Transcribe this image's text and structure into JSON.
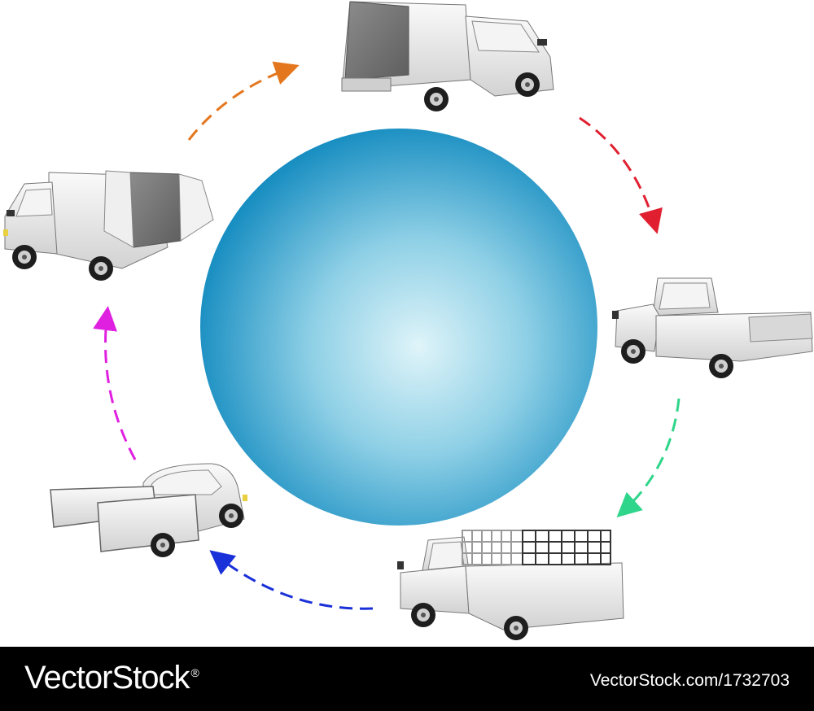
{
  "colors": {
    "globe_edge": "#0a86bd",
    "globe_center": "#d9f2f8",
    "arrow_orange": "#e4761e",
    "arrow_red": "#e02030",
    "arrow_green": "#2fd58a",
    "arrow_blue": "#1a30d8",
    "arrow_magenta": "#e020e0",
    "truck_body": "#e6e6e6",
    "truck_outline": "#777777",
    "footer_bg": "#000000",
    "footer_text": "#ffffff"
  },
  "vehicles": [
    {
      "id": "box-truck-closed",
      "icon": "box-truck-icon"
    },
    {
      "id": "pickup-truck-low-bed",
      "icon": "pickup-truck-icon"
    },
    {
      "id": "cage-truck",
      "icon": "cage-truck-icon"
    },
    {
      "id": "pickup-truck-high-sides",
      "icon": "pickup-truck-icon"
    },
    {
      "id": "box-truck-open-door",
      "icon": "box-truck-icon"
    }
  ],
  "arrows": [
    {
      "from": "box-truck-open-door",
      "to": "box-truck-closed",
      "color": "orange"
    },
    {
      "from": "box-truck-closed",
      "to": "pickup-truck-low-bed",
      "color": "red"
    },
    {
      "from": "pickup-truck-low-bed",
      "to": "cage-truck",
      "color": "green"
    },
    {
      "from": "cage-truck",
      "to": "pickup-truck-high-sides",
      "color": "blue"
    },
    {
      "from": "pickup-truck-high-sides",
      "to": "box-truck-open-door",
      "color": "magenta"
    }
  ],
  "footer": {
    "brand": "VectorStock",
    "registered": "®",
    "image_id": "VectorStock.com/1732703"
  }
}
